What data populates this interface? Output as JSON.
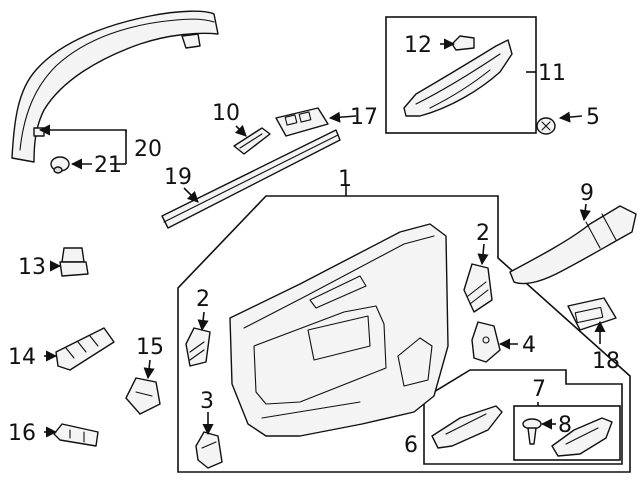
{
  "callouts": {
    "c1": "1",
    "c2a": "2",
    "c2b": "2",
    "c3": "3",
    "c4": "4",
    "c5": "5",
    "c6": "6",
    "c7": "7",
    "c8": "8",
    "c9": "9",
    "c10": "10",
    "c11": "11",
    "c12": "12",
    "c13": "13",
    "c14": "14",
    "c15": "15",
    "c16": "16",
    "c17": "17",
    "c18": "18",
    "c19": "19",
    "c20": "20",
    "c21": "21"
  },
  "colors": {
    "line": "#111111",
    "part_fill": "#f4f4f4",
    "background": "#ffffff"
  }
}
